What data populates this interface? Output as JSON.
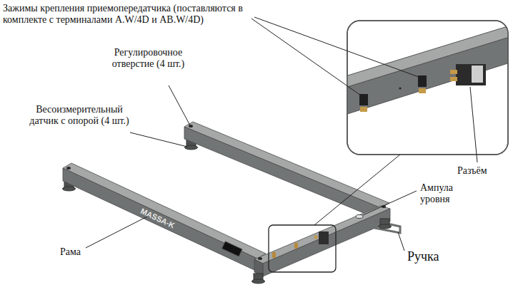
{
  "diagram": {
    "labels": [
      "Зажимы крепления приемопередатчика (поставляются в комплекте с терминалами A.W/4D и AB.W/4D)",
      "Регулировочное отверстие (4 шт.)",
      "Весоизмерительный датчик с опорой (4 шт.)",
      "Ампула уровня",
      "Разъём",
      "Рама",
      "MASSA-K",
      "Ручка"
    ]
  }
}
